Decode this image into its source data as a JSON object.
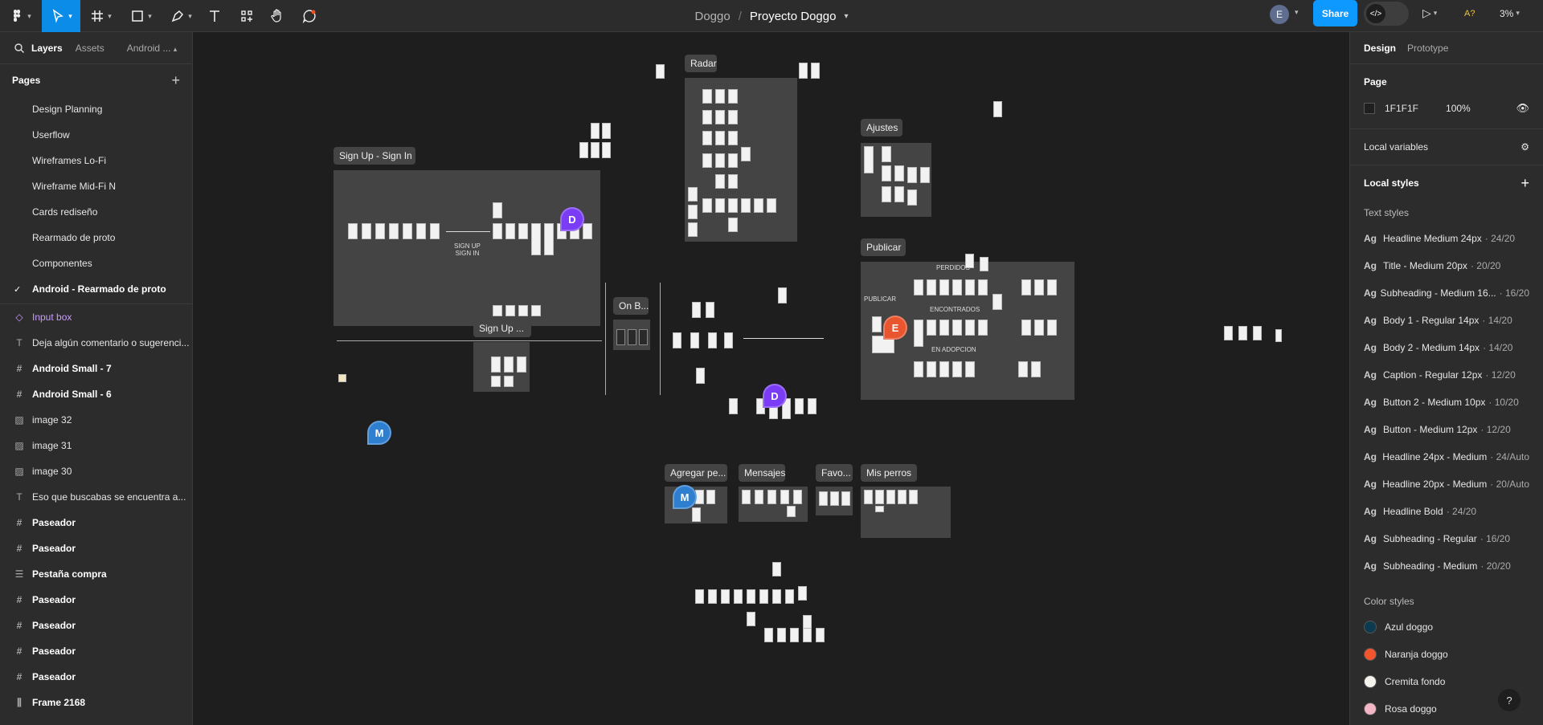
{
  "toolbar": {
    "project": "Doggo",
    "separator": "/",
    "file_name": "Proyecto Doggo",
    "avatar_initial": "E",
    "share_label": "Share",
    "devmode_icon": "</>",
    "accessibility_label": "A?",
    "zoom_level": "3%"
  },
  "left_tabs": {
    "layers": "Layers",
    "assets": "Assets",
    "page": "Android ..."
  },
  "pages": {
    "title": "Pages",
    "items": [
      "Design Planning",
      "Userflow",
      "Wireframes Lo-Fi",
      "Wireframe Mid-Fi N",
      "Cards rediseño",
      "Rearmado de proto",
      "Componentes",
      "Android - Rearmado de proto"
    ]
  },
  "layers": [
    {
      "label": "Input box",
      "icon": "component-icon"
    },
    {
      "label": "Deja algún comentario o sugerenci...",
      "icon": "text-icon"
    },
    {
      "label": "Android Small - 7",
      "icon": "frame-icon"
    },
    {
      "label": "Android Small - 6",
      "icon": "frame-icon"
    },
    {
      "label": "image 32",
      "icon": "image-icon"
    },
    {
      "label": "image 31",
      "icon": "image-icon"
    },
    {
      "label": "image 30",
      "icon": "image-icon"
    },
    {
      "label": "Eso que buscabas se encuentra a...",
      "icon": "text-icon"
    },
    {
      "label": "Paseador",
      "icon": "frame-icon"
    },
    {
      "label": "Paseador",
      "icon": "frame-icon"
    },
    {
      "label": "Pestaña compra",
      "icon": "auto-layout-icon"
    },
    {
      "label": "Paseador",
      "icon": "frame-icon"
    },
    {
      "label": "Paseador",
      "icon": "frame-icon"
    },
    {
      "label": "Paseador",
      "icon": "frame-icon"
    },
    {
      "label": "Paseador",
      "icon": "frame-icon"
    },
    {
      "label": "Frame 2168",
      "icon": "columns-icon"
    }
  ],
  "canvas": {
    "sections": {
      "signup": "Sign Up - Sign In",
      "signup_small": "Sign Up ...",
      "onboarding": "On B...",
      "radar": "Radar",
      "ajustes": "Ajustes",
      "publicar": "Publicar",
      "agregar": "Agregar pe...",
      "mensajes": "Mensajes",
      "favoritos": "Favo...",
      "misperros": "Mis perros"
    },
    "annotations": {
      "signup_up_in": "SIGN UP\nSIGN IN",
      "perdidos": "PERDIDOS",
      "encontrados": "ENCONTRADOS",
      "en_adopcion": "EN ADOPCION",
      "publicar_side": "PUBLICAR"
    },
    "cursors": {
      "d1": "D",
      "d2": "D",
      "e": "E",
      "m1": "M",
      "m2": "M"
    }
  },
  "right": {
    "tabs": {
      "design": "Design",
      "prototype": "Prototype"
    },
    "page": {
      "title": "Page",
      "fill_hex": "1F1F1F",
      "opacity": "100%"
    },
    "local_variables": "Local variables",
    "local_styles": "Local styles",
    "text_styles_title": "Text styles",
    "text_styles": [
      {
        "name": "Headline Medium 24px",
        "meta": "· 24/20"
      },
      {
        "name": "Title - Medium 20px",
        "meta": "· 20/20"
      },
      {
        "name": "Subheading - Medium 16...",
        "meta": "· 16/20"
      },
      {
        "name": "Body 1 - Regular 14px",
        "meta": "· 14/20"
      },
      {
        "name": "Body 2 - Medium 14px",
        "meta": "· 14/20"
      },
      {
        "name": "Caption - Regular 12px",
        "meta": "· 12/20"
      },
      {
        "name": "Button 2 - Medium 10px",
        "meta": "· 10/20"
      },
      {
        "name": "Button - Medium 12px",
        "meta": "· 12/20"
      },
      {
        "name": "Headline 24px - Medium",
        "meta": "· 24/Auto"
      },
      {
        "name": "Headline 20px - Medium",
        "meta": "· 20/Auto"
      },
      {
        "name": "Headline Bold",
        "meta": "· 24/20"
      },
      {
        "name": "Subheading - Regular",
        "meta": "· 16/20"
      },
      {
        "name": "Subheading - Medium",
        "meta": "· 20/20"
      }
    ],
    "color_styles_title": "Color styles",
    "color_styles": [
      {
        "name": "Azul doggo",
        "hex": "#0c3b4f"
      },
      {
        "name": "Naranja doggo",
        "hex": "#f0552e"
      },
      {
        "name": "Cremita fondo",
        "hex": "#f6f3ee"
      },
      {
        "name": "Rosa doggo",
        "hex": "#f3b6c4"
      }
    ],
    "help": "?"
  },
  "colors": {
    "accent": "#0c8ce9",
    "share": "#0d99ff",
    "cursor_d": "#7b3cf5",
    "cursor_e": "#e8552f",
    "cursor_m": "#2f7fd1"
  }
}
